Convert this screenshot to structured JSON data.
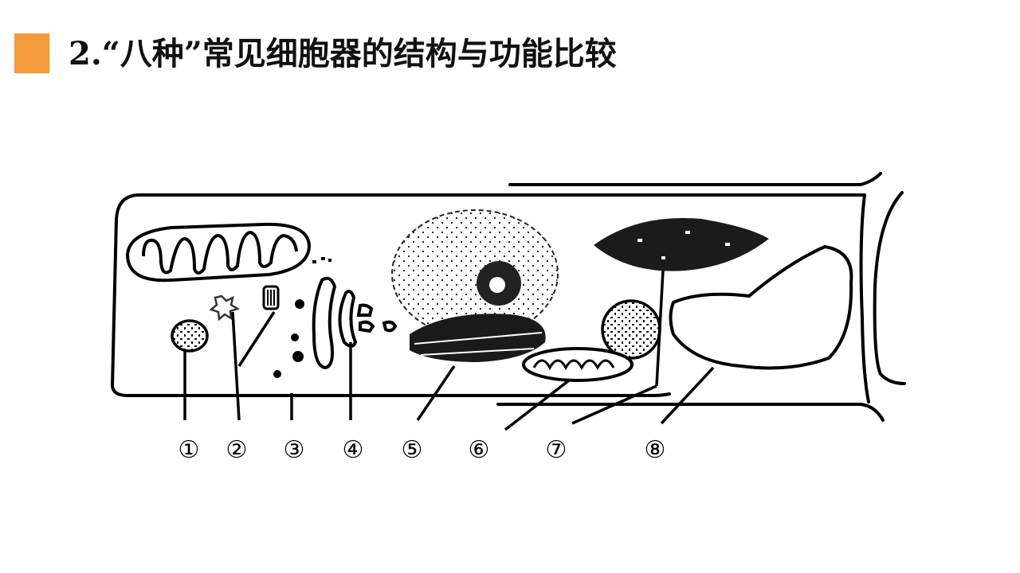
{
  "slide": {
    "title": "2.“八种”常见细胞器的结构与功能比较",
    "accent_color": "#f39a3c"
  },
  "diagram": {
    "labels": [
      "①",
      "②",
      "③",
      "④",
      "⑤",
      "⑥",
      "⑦",
      "⑧"
    ]
  }
}
